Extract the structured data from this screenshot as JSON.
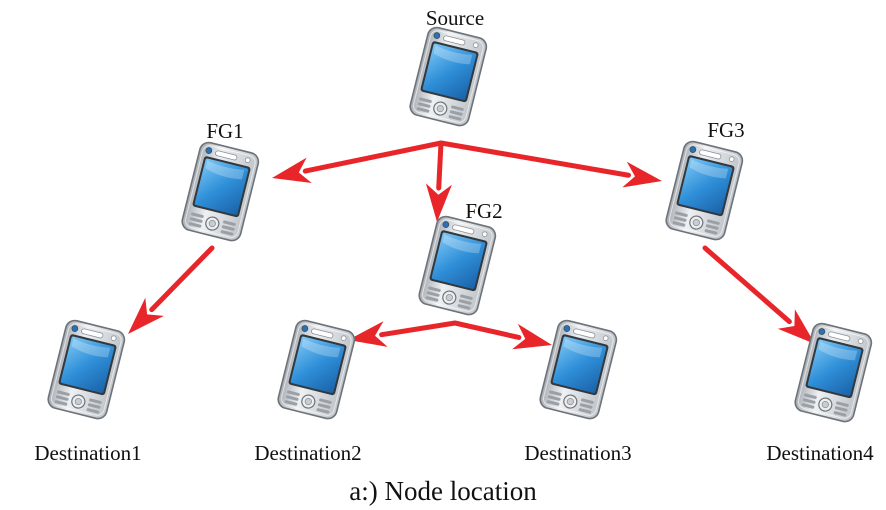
{
  "colors": {
    "arrow": "#e8262a",
    "device_body": "#d6d9dd",
    "device_screen": "#2f8fd8",
    "device_outline": "#6d7379"
  },
  "nodes": [
    {
      "id": "source",
      "label": "Source",
      "icon": "pda-device-icon"
    },
    {
      "id": "fg1",
      "label": "FG1",
      "icon": "pda-device-icon"
    },
    {
      "id": "fg2",
      "label": "FG2",
      "icon": "pda-device-icon"
    },
    {
      "id": "fg3",
      "label": "FG3",
      "icon": "pda-device-icon"
    },
    {
      "id": "dest1",
      "label": "Destination1",
      "icon": "pda-device-icon"
    },
    {
      "id": "dest2",
      "label": "Destination2",
      "icon": "pda-device-icon"
    },
    {
      "id": "dest3",
      "label": "Destination3",
      "icon": "pda-device-icon"
    },
    {
      "id": "dest4",
      "label": "Destination4",
      "icon": "pda-device-icon"
    }
  ],
  "edges": [
    {
      "from": "source",
      "to": "fg1"
    },
    {
      "from": "source",
      "to": "fg2"
    },
    {
      "from": "source",
      "to": "fg3"
    },
    {
      "from": "fg1",
      "to": "dest1"
    },
    {
      "from": "fg2",
      "to": "dest2"
    },
    {
      "from": "fg2",
      "to": "dest3"
    },
    {
      "from": "fg3",
      "to": "dest4"
    }
  ],
  "caption": "a:) Node location"
}
